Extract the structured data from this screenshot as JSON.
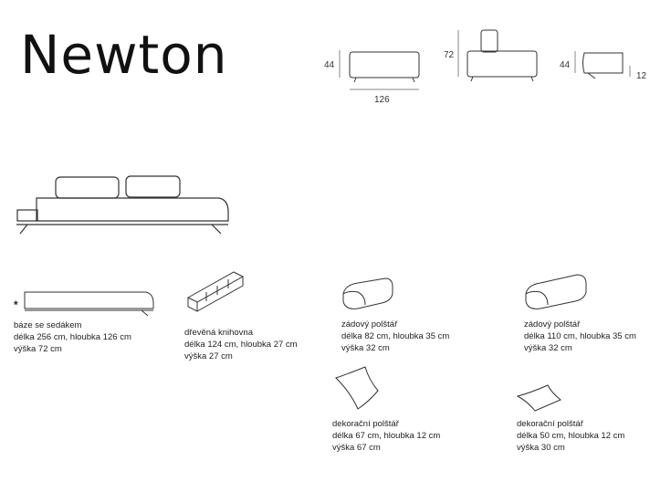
{
  "title": "Newton",
  "dimensions": {
    "front_height": "44",
    "front_length": "126",
    "back_height": "72",
    "side_height": "44",
    "side_base": "12"
  },
  "items": [
    {
      "name": "báze se sedákem",
      "size": "délka 256 cm, hloubka 126 cm",
      "height": "výška 72 cm",
      "mark": "*"
    },
    {
      "name": "dřevěná knihovna",
      "size": "délka 124 cm, hloubka 27 cm",
      "height": "výška 27 cm"
    },
    {
      "name": "zádový polštář",
      "size": "délka 82 cm, hloubka 35 cm",
      "height": "výška 32 cm"
    },
    {
      "name": "zádový polštář",
      "size": "délka 110 cm, hloubka 35 cm",
      "height": "výška 32 cm"
    },
    {
      "name": "dekorační polštář",
      "size": "délka 67 cm, hloubka 12 cm",
      "height": "výška 67 cm"
    },
    {
      "name": "dekorační polštář",
      "size": "délka 50 cm, hloubka 12 cm",
      "height": "výška 30 cm"
    }
  ]
}
